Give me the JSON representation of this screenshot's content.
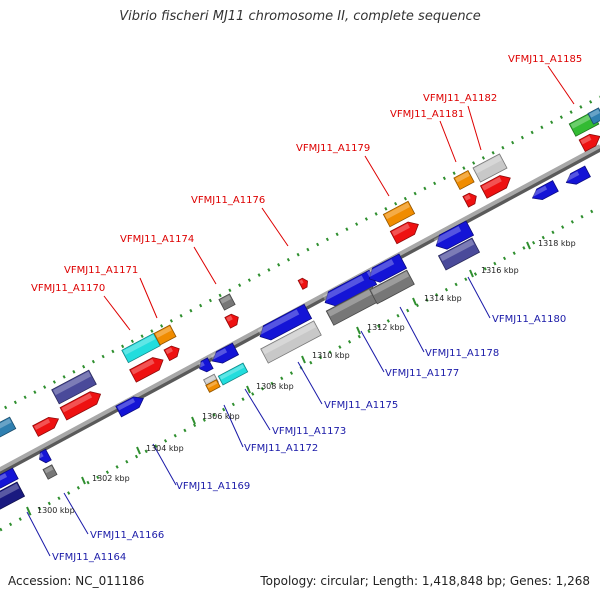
{
  "title": "Vibrio fischeri MJ11 chromosome II, complete sequence",
  "footer": {
    "accession": "Accession: NC_011186",
    "summary": "Topology: circular; Length: 1,418,848 bp; Genes: 1,268"
  },
  "colors": {
    "backbone": "#8c8c8c",
    "dotted_track": "#2f8f2f",
    "label_red": "#dd0000",
    "label_blue": "#1a1aa8",
    "red": "#ee1111",
    "blue": "#1414d6",
    "navy": "#1a1a80",
    "slate": "#4a4a9a",
    "orange": "#f08c00",
    "cyan": "#22dddd",
    "gray": "#777777",
    "lightgray": "#c8c8c8",
    "green": "#33bb33",
    "teal": "#2f7fb0"
  },
  "ticks": [
    "1300 kbp",
    "1302 kbp",
    "1304 kbp",
    "1306 kbp",
    "1308 kbp",
    "1310 kbp",
    "1312 kbp",
    "1314 kbp",
    "1316 kbp",
    "1318 kbp"
  ],
  "genes_top": [
    "VFMJ11_A1185",
    "VFMJ11_A1182",
    "VFMJ11_A1181",
    "VFMJ11_A1179",
    "VFMJ11_A1176",
    "VFMJ11_A1174",
    "VFMJ11_A1171",
    "VFMJ11_A1170"
  ],
  "genes_bottom": [
    "VFMJ11_A1180",
    "VFMJ11_A1178",
    "VFMJ11_A1177",
    "VFMJ11_A1175",
    "VFMJ11_A1173",
    "VFMJ11_A1172",
    "VFMJ11_A1169",
    "VFMJ11_A1166",
    "VFMJ11_A1164"
  ]
}
